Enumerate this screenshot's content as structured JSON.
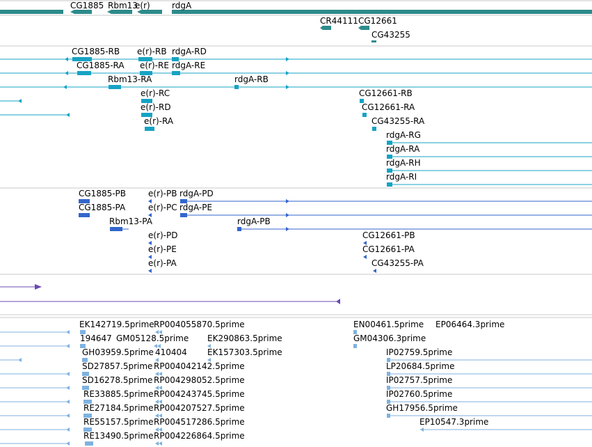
{
  "colors": {
    "gene": "#2e8b8b",
    "transcript": "#16a3c4",
    "protein": "#3366cc",
    "purple": "#6a4bb0",
    "est": "#7fb2e0",
    "divider": "#c8c8c8"
  },
  "tracks": {
    "genes": {
      "labels": [
        "CG1885",
        "Rbm13",
        "e(r)",
        "rdgA",
        "CR44111",
        "CG12661",
        "CG43255"
      ]
    },
    "transcripts": {
      "labels": [
        "CG1885-RB",
        "e(r)-RB",
        "rdgA-RD",
        "CG1885-RA",
        "e(r)-RE",
        "rdgA-RE",
        "Rbm13-RA",
        "rdgA-RB",
        "e(r)-RC",
        "CG12661-RB",
        "e(r)-RD",
        "CG12661-RA",
        "e(r)-RA",
        "CG43255-RA",
        "rdgA-RG",
        "rdgA-RA",
        "rdgA-RH",
        "rdgA-RI"
      ]
    },
    "proteins": {
      "labels": [
        "CG1885-PB",
        "e(r)-PB",
        "rdgA-PD",
        "CG1885-PA",
        "e(r)-PC",
        "rdgA-PE",
        "Rbm13-PA",
        "rdgA-PB",
        "e(r)-PD",
        "CG12661-PB",
        "e(r)-PE",
        "CG12661-PA",
        "e(r)-PA",
        "CG43255-PA"
      ]
    },
    "ests": {
      "labels": [
        "EK142719.5prime",
        "RP004055870.5prime",
        "EN00461.5prime",
        "EP06464.3prime",
        "194647",
        "GM05128.5prime",
        "EK290863.5prime",
        "GM04306.3prime",
        "GH03959.5prime",
        "410404",
        "EK157303.5prime",
        "IP02759.5prime",
        "SD27857.5prime",
        "RP004042142.5prime",
        "LP20684.5prime",
        "SD16278.5prime",
        "RP004298052.5prime",
        "IP02757.5prime",
        "RE33885.5prime",
        "RP004243745.5prime",
        "IP02760.5prime",
        "RE27184.5prime",
        "RP004207527.5prime",
        "GH17956.5prime",
        "RE55157.5prime",
        "RP004517286.5prime",
        "EP10547.3prime",
        "RE13490.5prime",
        "RP004226864.5prime"
      ]
    }
  }
}
